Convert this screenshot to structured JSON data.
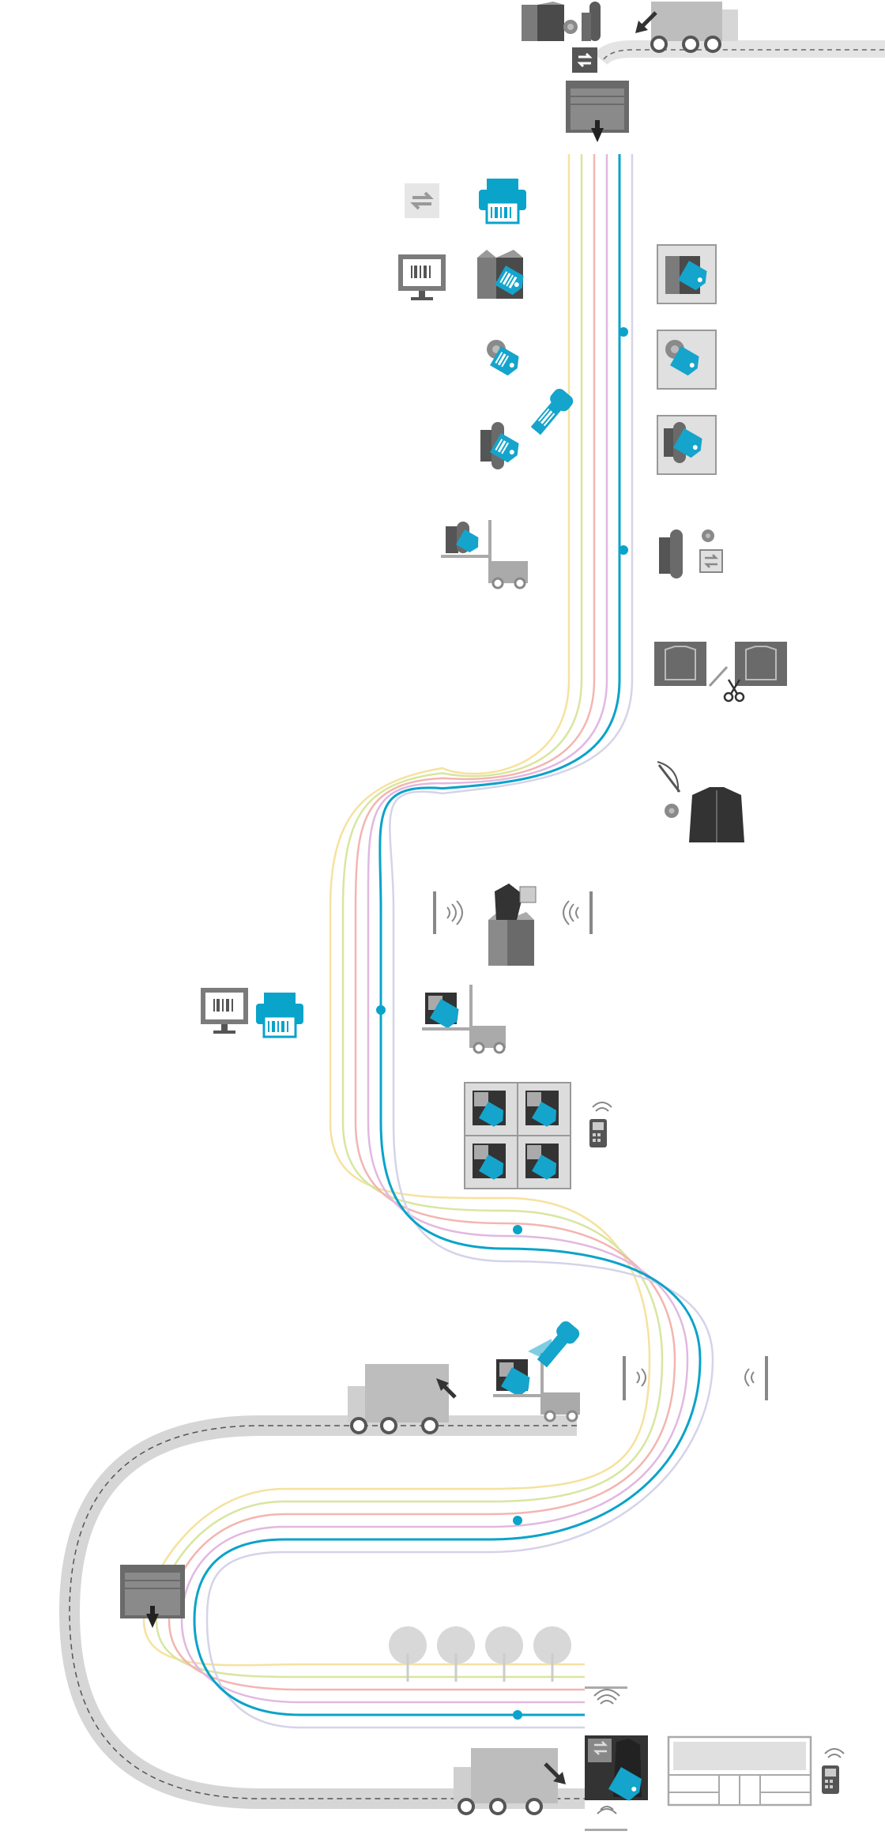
{
  "colors": {
    "background": "#ffffff",
    "road": "#d3d3d3",
    "road_dash": "#555555",
    "accent": "#0aa3c9",
    "tag": "#15a4cb",
    "icon_dark": "#4a4a4a",
    "icon_mid": "#7b7b7b",
    "icon_light": "#b4b4b4",
    "icon_panel": "#e0e0e0",
    "tree": "#d8d8d8",
    "lines": [
      "#f6e29e",
      "#d8e6a0",
      "#f3b5b1",
      "#e2b8e0",
      "#0aa3c9",
      "#d5d3e8"
    ]
  },
  "icons": [
    "box-icon",
    "fabric-roll-icon",
    "delivery-truck-icon",
    "rfid-tag-icon",
    "loading-dock-icon",
    "printer-icon",
    "monitor-barcode-icon",
    "barcode-label-icon",
    "barcode-scanner-icon",
    "forklift-icon",
    "fabric-pattern-icon",
    "scissors-icon",
    "sewing-needle-icon",
    "jacket-icon",
    "rfid-reader-gate-icon",
    "handheld-reader-icon",
    "pallet-icon",
    "tree-icon",
    "store-front-icon",
    "wifi-icon"
  ],
  "flow": {
    "stages": [
      "inbound-delivery",
      "goods-receiving",
      "labeling",
      "storage",
      "cutting",
      "sewing",
      "packing",
      "shipping",
      "distribution-center",
      "retail-store"
    ]
  }
}
